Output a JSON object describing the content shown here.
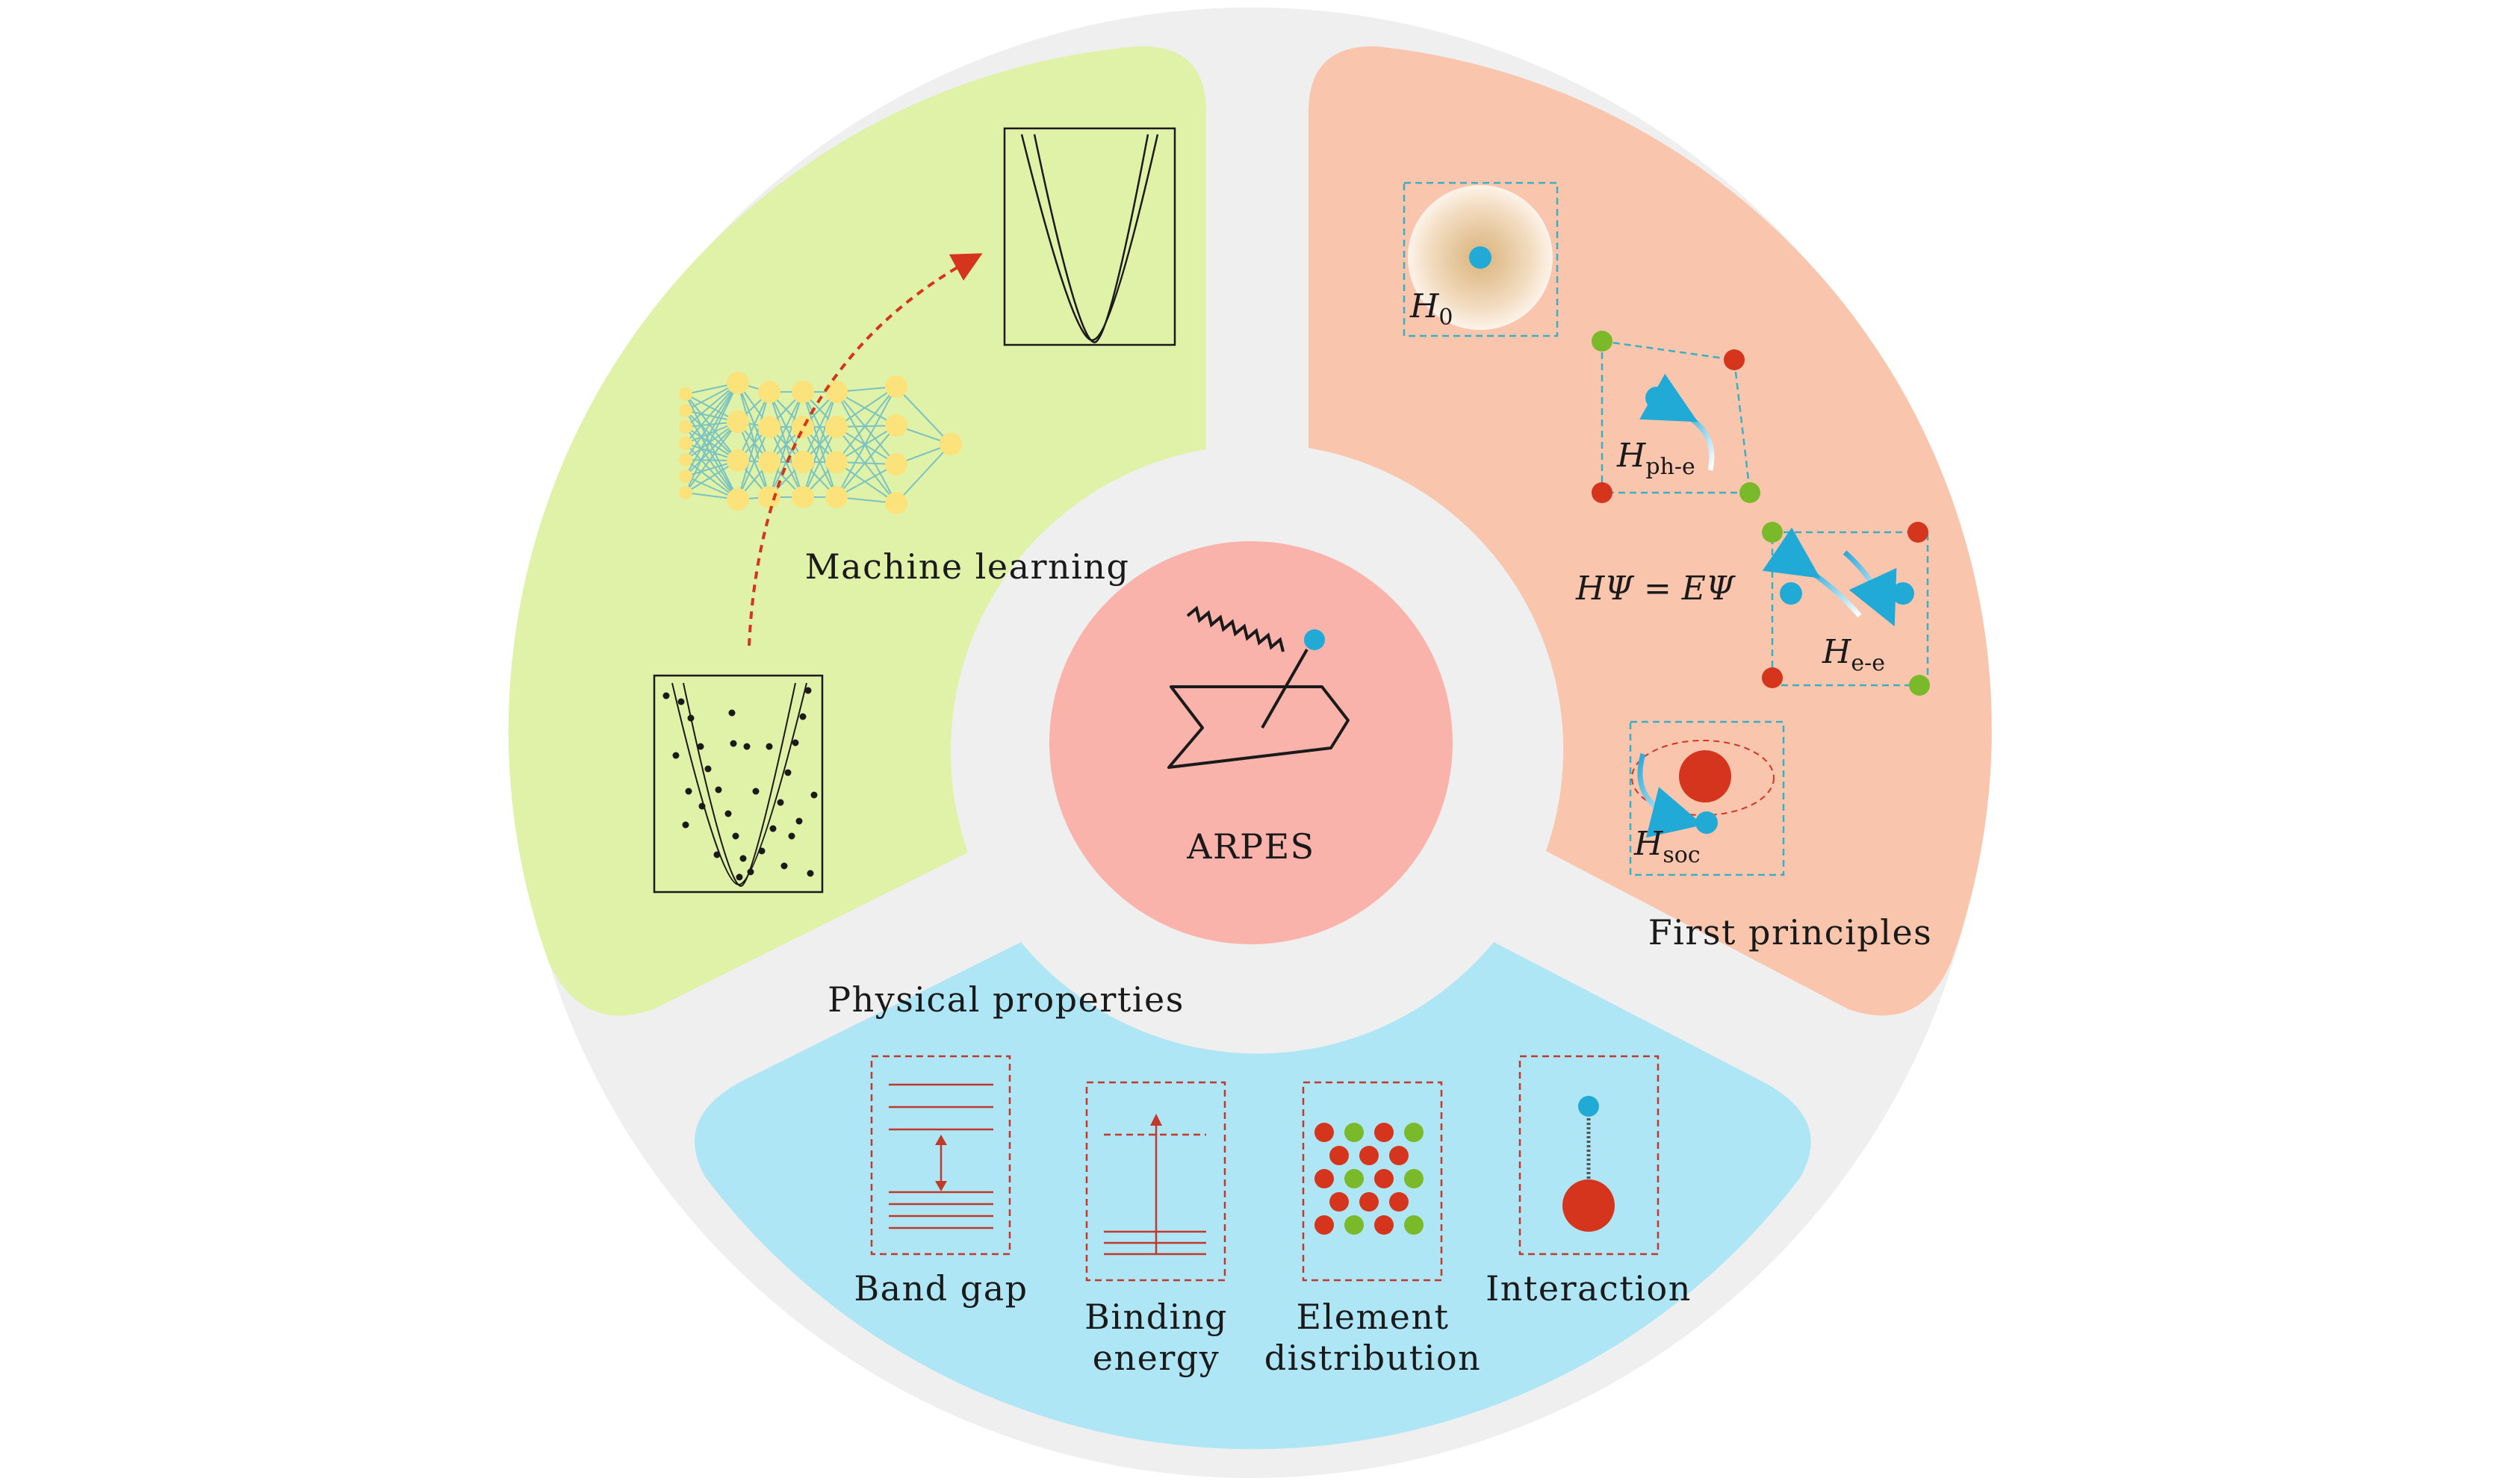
{
  "center": {
    "title": "ARPES"
  },
  "sections": {
    "machine_learning": {
      "title": "Machine learning"
    },
    "first_principles": {
      "title": "First principles",
      "equation": "HΨ = EΨ",
      "hamiltonians": [
        {
          "symbol": "H",
          "subscript": "0"
        },
        {
          "symbol": "H",
          "subscript": "ph-e"
        },
        {
          "symbol": "H",
          "subscript": "e-e"
        },
        {
          "symbol": "H",
          "subscript": "soc"
        }
      ]
    },
    "physical_properties": {
      "title": "Physical properties",
      "items": [
        {
          "line1": "Band gap",
          "line2": ""
        },
        {
          "line1": "Binding",
          "line2": "energy"
        },
        {
          "line1": "Element",
          "line2": "distribution"
        },
        {
          "line1": "Interaction",
          "line2": ""
        }
      ]
    }
  },
  "colors": {
    "ring": "#efefef",
    "center_disk": "#f9b3aa",
    "machine_learning_bg": "#e0f1a8",
    "first_principles_bg": "#f9c5ad",
    "physical_properties_bg": "#afe6f6",
    "accent_red": "#d4351c",
    "accent_blue": "#22aad6",
    "accent_green": "#7ab929",
    "nn_node": "#fbe27a",
    "nn_edge": "#7ac3c0"
  }
}
